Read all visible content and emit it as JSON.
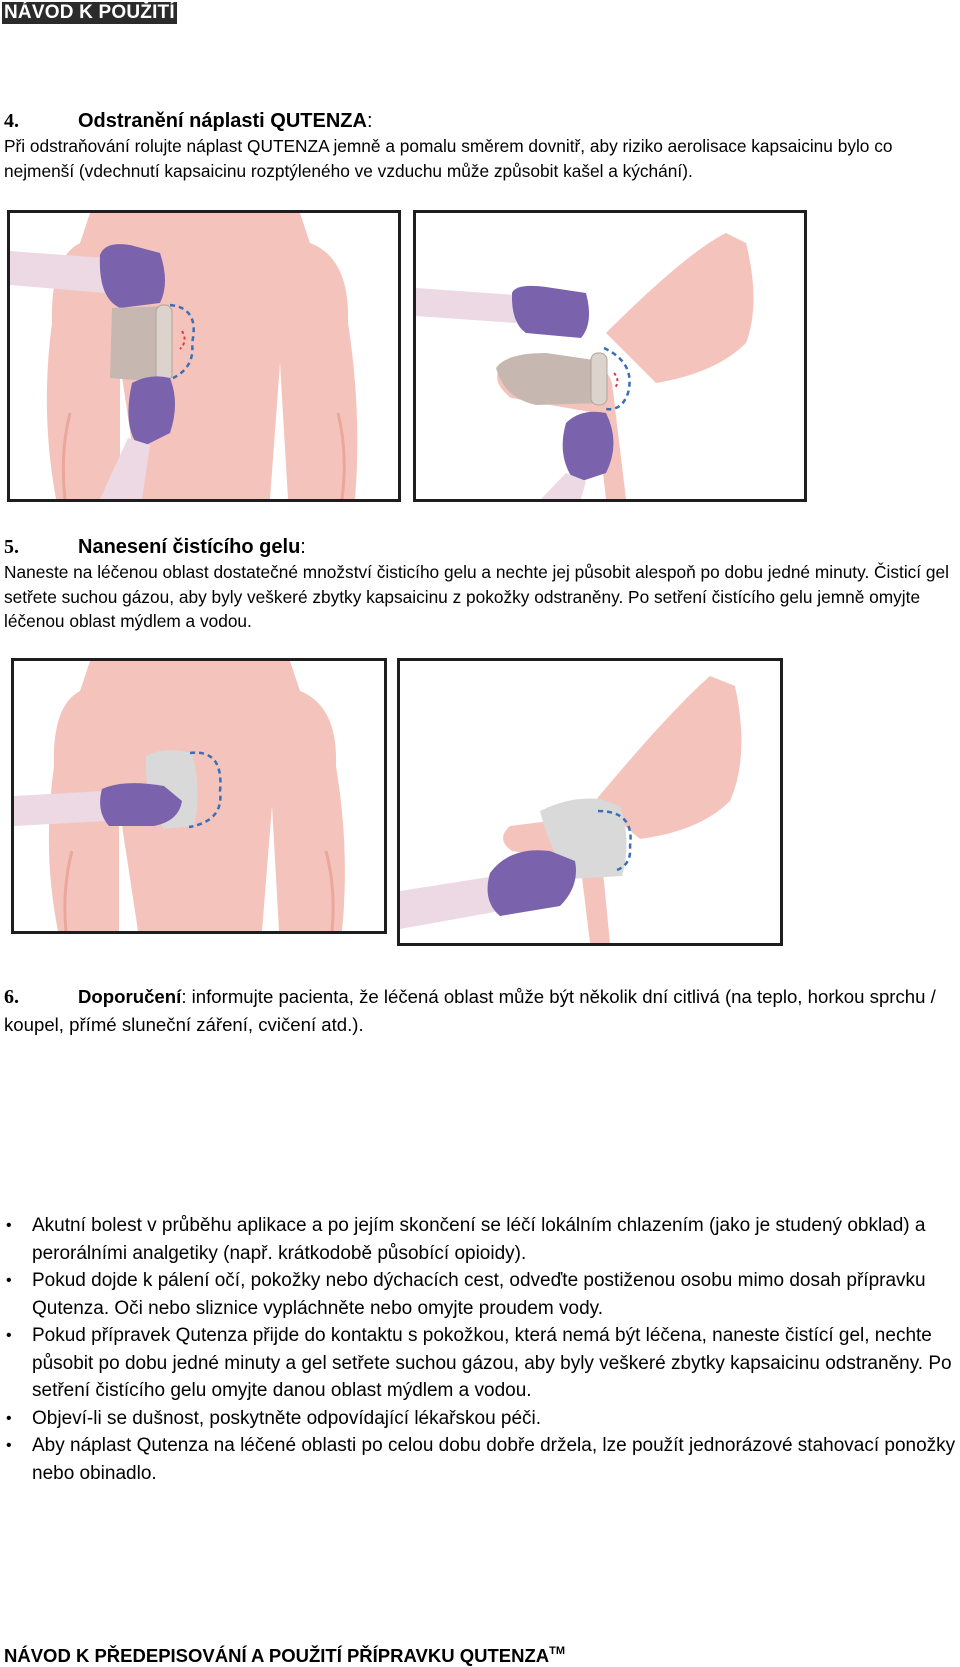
{
  "header": {
    "tag": "NÁVOD K POUŽITÍ"
  },
  "sections": [
    {
      "number": "4.",
      "title": "Odstranění náplasti QUTENZA",
      "colon": ":",
      "text": "Při odstraňování rolujte náplast QUTENZA jemně a pomalu směrem dovnitř, aby riziko aerolisace kapsaicinu bylo co nejmenší (vdechnutí kapsaicinu rozptýleného ve vzduchu může způsobit kašel a kýchání)."
    },
    {
      "number": "5.",
      "title": "Nanesení čistícího gelu",
      "colon": ":",
      "text": "Naneste na léčenou oblast dostatečné množství čisticího gelu a nechte jej působit alespoň po dobu jedné minuty. Čisticí gel setřete suchou gázou, aby byly veškeré zbytky kapsaicinu z pokožky odstraněny. Po setření čistícího gelu jemně omyjte léčenou oblast mýdlem a vodou."
    },
    {
      "number": "6.",
      "title": "Doporučení",
      "text": ": informujte pacienta, že léčená oblast může být několik dní citlivá (na teplo, horkou sprchu / koupel, přímé sluneční záření, cvičení atd.)."
    }
  ],
  "bullets": [
    "Akutní bolest v průběhu aplikace a po jejím skončení se léčí lokálním chlazením (jako je studený obklad) a perorálními analgetiky (např. krátkodobě působící opioidy).",
    "Pokud dojde k pálení očí, pokožky nebo dýchacích cest, odveďte postiženou osobu mimo dosah přípravku Qutenza. Oči nebo sliznice vypláchněte nebo omyjte proudem vody.",
    "Pokud přípravek Qutenza přijde do kontaktu s pokožkou, která nemá být léčena, naneste čistící gel, nechte působit po dobu jedné minuty a gel setřete suchou gázou, aby byly veškeré zbytky kapsaicinu odstraněny. Po setření čistícího gelu omyjte danou oblast mýdlem a vodou.",
    "Objeví-li se dušnost, poskytněte odpovídající lékařskou péči.",
    "Aby náplast Qutenza na léčené oblasti po celou dobu dobře držela, lze použít jednorázové stahovací ponožky nebo obinadlo."
  ],
  "bullet_glyph": "•",
  "footer": {
    "title": "NÁVOD K PŘEDEPISOVÁNÍ A POUŽITÍ PŘÍPRAVKU QUTENZA",
    "trademark": "TM"
  },
  "colors": {
    "skin": "#f4c4bc",
    "skin_dark": "#eaa79c",
    "glove": "#7b62ad",
    "sleeve": "#ecd9e4",
    "patch": "#c6b8b0",
    "gauze": "#d9d9d9",
    "outline": "#3b6fb5",
    "arrow": "#e2393a"
  },
  "figures": [
    {
      "icon": "torso-patch-removal-illustration"
    },
    {
      "icon": "foot-patch-removal-illustration"
    },
    {
      "icon": "torso-gel-cleaning-illustration"
    },
    {
      "icon": "foot-gel-cleaning-illustration"
    }
  ]
}
